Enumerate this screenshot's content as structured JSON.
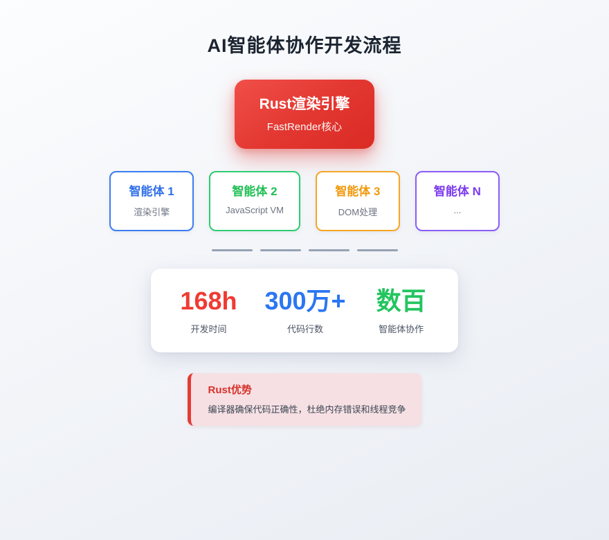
{
  "page": {
    "title": "AI智能体协作开发流程"
  },
  "root_node": {
    "title": "Rust渲染引擎",
    "subtitle": "FastRender核心",
    "color": "#e23630"
  },
  "agents": [
    {
      "title": "智能体 1",
      "subtitle": "渲染引擎",
      "border_color": "#3b7cf0",
      "text_color": "#2f6fe8"
    },
    {
      "title": "智能体 2",
      "subtitle": "JavaScript VM",
      "border_color": "#2ecc71",
      "text_color": "#1fbf53"
    },
    {
      "title": "智能体 3",
      "subtitle": "DOM处理",
      "border_color": "#f5a623",
      "text_color": "#f0990d"
    },
    {
      "title": "智能体 N",
      "subtitle": "...",
      "border_color": "#8b5cf6",
      "text_color": "#7c3aed"
    }
  ],
  "stats": [
    {
      "value": "168h",
      "label": "开发时间",
      "color": "#ef3b33"
    },
    {
      "value": "300万+",
      "label": "代码行数",
      "color": "#2b76f2"
    },
    {
      "value": "数百",
      "label": "智能体协作",
      "color": "#22c55e"
    }
  ],
  "advantage": {
    "title": "Rust优势",
    "description": "编译器确保代码正确性，杜绝内存错误和线程竞争",
    "accent_color": "#e23c35",
    "title_color": "#d8322b"
  }
}
